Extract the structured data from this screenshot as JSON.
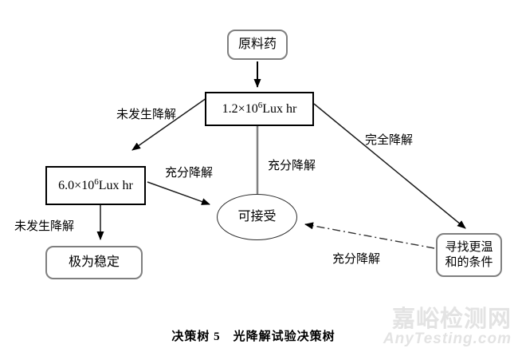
{
  "diagram": {
    "nodes": {
      "api": {
        "label": "原料药"
      },
      "dose1": {
        "base": "1.2×10",
        "sup": "6",
        "rest": "Lux hr"
      },
      "dose2": {
        "base": "6.0×10",
        "sup": "6",
        "rest": "Lux hr"
      },
      "stable": {
        "label": "极为稳定"
      },
      "acceptable": {
        "label": "可接受"
      },
      "milder": {
        "line1": "寻找更温",
        "line2": "和的条件"
      }
    },
    "edge_labels": {
      "no_degradation_1": "未发生降解",
      "full_degradation_left": "充分降解",
      "full_degradation_center": "充分降解",
      "complete_degradation": "完全降解",
      "no_degradation_2": "未发生降解",
      "full_degradation_return": "充分降解"
    },
    "caption": "决策树 5　光降解试验决策树"
  },
  "watermark": {
    "title": "嘉峪检测网",
    "subtitle": "AnyTesting.com"
  },
  "colors": {
    "background": "#ffffff",
    "line": "#1a1a1a",
    "rounded_node_border": "#7f7f7f",
    "rect_node_border": "#000000",
    "watermark": "#e3e3e3"
  }
}
